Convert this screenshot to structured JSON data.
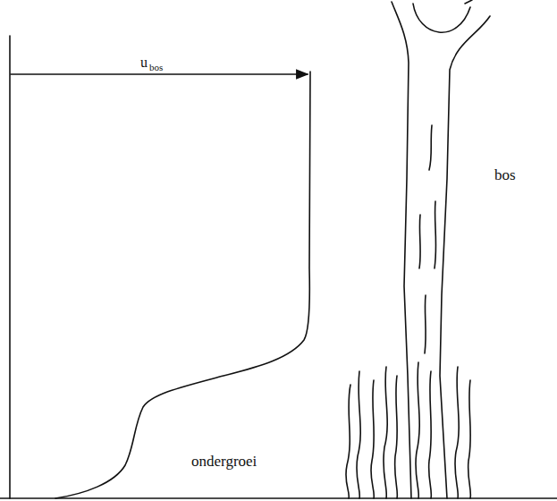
{
  "diagram": {
    "labels": [
      "u",
      "bos",
      "bos",
      "ondergroei"
    ]
  }
}
